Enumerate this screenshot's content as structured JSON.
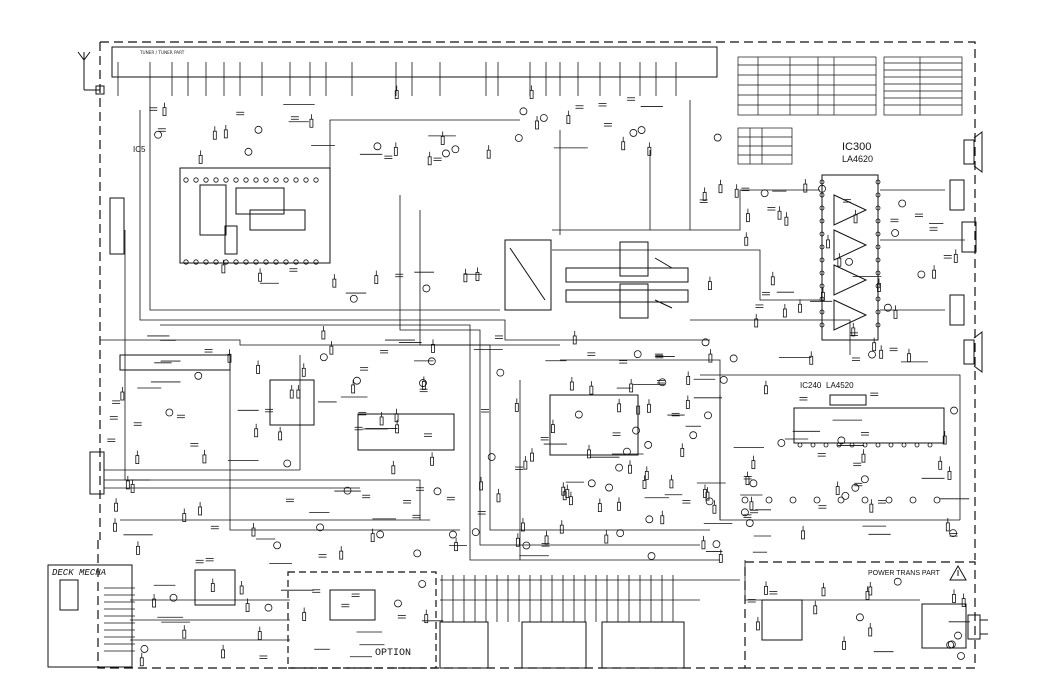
{
  "colors": {
    "ink": "#111111",
    "paper": "#ffffff"
  },
  "labels": {
    "tuner_part": "TUNER / TUNER PART",
    "ic5": "IC5",
    "ic300": "IC300",
    "ic300_part": "LA4620",
    "ic240": "IC240",
    "ic240_part": "LA4520",
    "deck_mecha": "DECK MECHA",
    "option": "OPTION",
    "power_trans_part": "POWER TRANS PART"
  },
  "icons": {
    "antenna": "antenna-icon",
    "warning": "warning-triangle-icon",
    "speaker": "speaker-icon"
  }
}
